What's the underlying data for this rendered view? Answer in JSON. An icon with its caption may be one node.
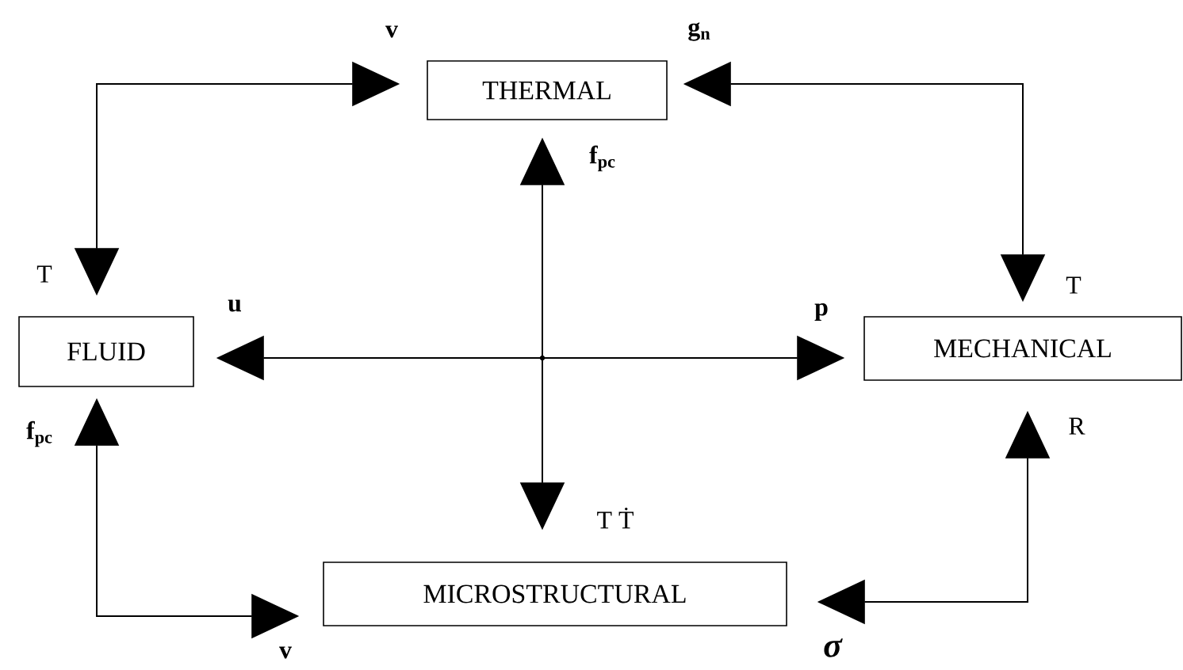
{
  "diagram": {
    "nodes": [
      {
        "text": [
          "THERMAL"
        ]
      },
      {
        "text": [
          "FLUID"
        ]
      },
      {
        "text": [
          "MECHANICAL"
        ]
      },
      {
        "text": [
          "MICROSTRUCTURAL"
        ]
      }
    ],
    "edges": [
      {
        "from": 1,
        "to": 0,
        "arrow": "both"
      },
      {
        "from": 0,
        "to": 2,
        "arrow": "both"
      },
      {
        "from": 1,
        "to": 3,
        "arrow": "both"
      },
      {
        "from": 2,
        "to": 3,
        "arrow": "both"
      },
      {
        "from": 0,
        "to": 3,
        "arrow": "both"
      },
      {
        "from": 1,
        "to": 2,
        "arrow": "both"
      }
    ],
    "labels": [
      "v",
      "g$_{n}$",
      "f$_{pc}$",
      "T",
      "u",
      "p",
      "T",
      "f$_{pc}$",
      "T Ṫ",
      "R",
      "v",
      "σ"
    ]
  }
}
